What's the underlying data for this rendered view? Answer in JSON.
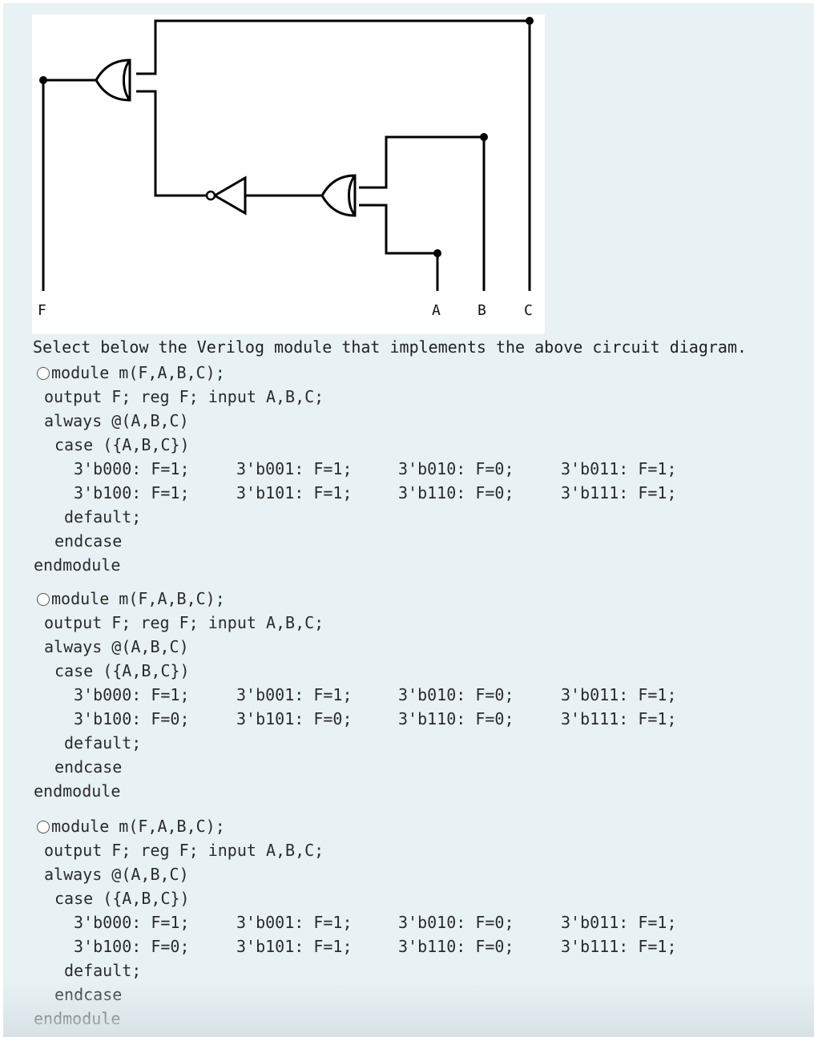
{
  "diagram": {
    "labels": {
      "f": "F",
      "a": "A",
      "b": "B",
      "c": "C"
    }
  },
  "prompt": "Select below the Verilog module that implements the above circuit diagram.",
  "options": [
    {
      "header": "module m(F,A,B,C);",
      "decl": "output F; reg F; input A,B,C;",
      "always": "always @(A,B,C)",
      "case_open": "case ({A,B,C})",
      "cases_row1": [
        "3'b000: F=1;",
        "3'b001: F=1;",
        "3'b010: F=0;",
        "3'b011: F=1;"
      ],
      "cases_row2": [
        "3'b100: F=1;",
        "3'b101: F=1;",
        "3'b110: F=0;",
        "3'b111: F=1;"
      ],
      "default": "default;",
      "endcase": "endcase",
      "endmodule": "endmodule"
    },
    {
      "header": "module m(F,A,B,C);",
      "decl": "output F; reg F; input A,B,C;",
      "always": "always @(A,B,C)",
      "case_open": "case ({A,B,C})",
      "cases_row1": [
        "3'b000: F=1;",
        "3'b001: F=1;",
        "3'b010: F=0;",
        "3'b011: F=1;"
      ],
      "cases_row2": [
        "3'b100: F=0;",
        "3'b101: F=0;",
        "3'b110: F=0;",
        "3'b111: F=1;"
      ],
      "default": "default;",
      "endcase": "endcase",
      "endmodule": "endmodule"
    },
    {
      "header": "module m(F,A,B,C);",
      "decl": "output F; reg F; input A,B,C;",
      "always": "always @(A,B,C)",
      "case_open": "case ({A,B,C})",
      "cases_row1": [
        "3'b000: F=1;",
        "3'b001: F=1;",
        "3'b010: F=0;",
        "3'b011: F=1;"
      ],
      "cases_row2": [
        "3'b100: F=0;",
        "3'b101: F=1;",
        "3'b110: F=0;",
        "3'b111: F=1;"
      ],
      "default": "default;",
      "endcase": "endcase",
      "endmodule": "endmodule"
    }
  ]
}
